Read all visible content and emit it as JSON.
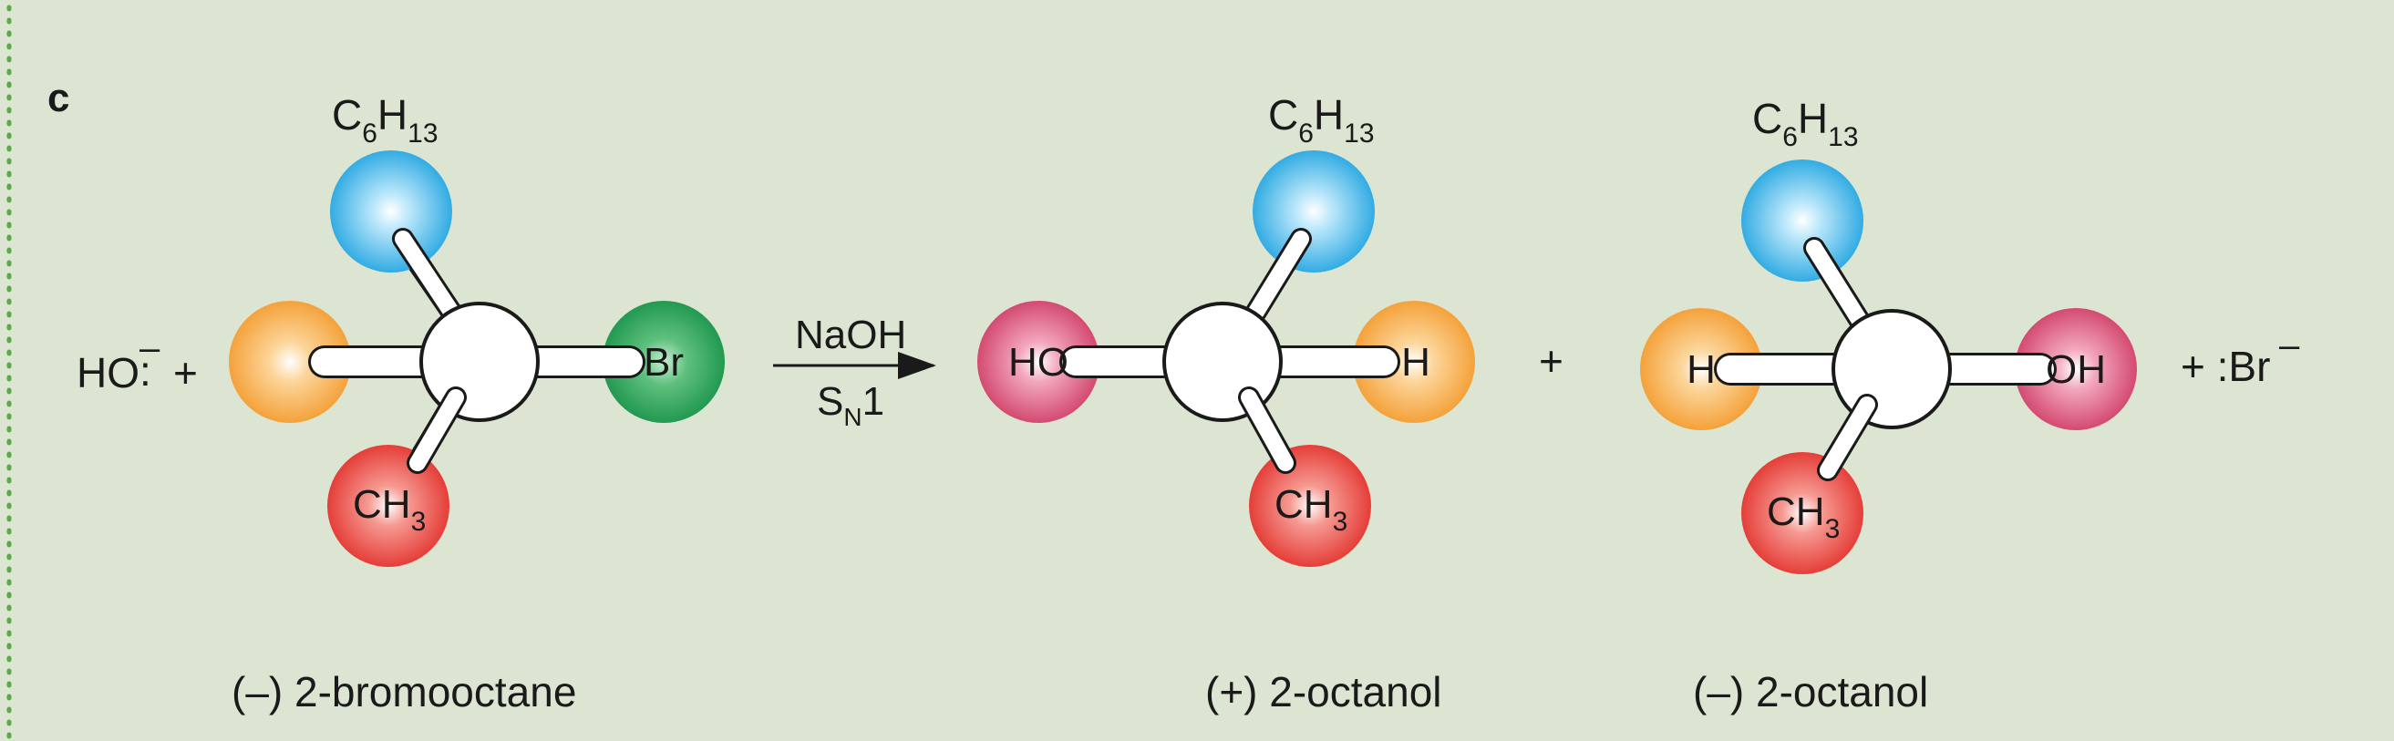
{
  "panel_label": "c",
  "reactant": {
    "nucleophile": {
      "base": "HO",
      "charge_mark": "–"
    },
    "plus": "+",
    "top": {
      "main": "C",
      "sub1": "6",
      "main2": "H",
      "sub2": "13"
    },
    "bottom": {
      "main": "CH",
      "sub": "3"
    },
    "right": "Br",
    "name": "(–) 2-bromooctane"
  },
  "arrow": {
    "above": "NaOH",
    "below": {
      "main": "S",
      "sub": "N",
      "tail": "1"
    }
  },
  "product1": {
    "top": {
      "main": "C",
      "sub1": "6",
      "main2": "H",
      "sub2": "13"
    },
    "left": "HO",
    "right": "H",
    "bottom": {
      "main": "CH",
      "sub": "3"
    },
    "name": "(+) 2-octanol"
  },
  "between_products": "+",
  "product2": {
    "top": {
      "main": "C",
      "sub1": "6",
      "main2": "H",
      "sub2": "13"
    },
    "left": "H",
    "right": "OH",
    "bottom": {
      "main": "CH",
      "sub": "3"
    },
    "name": "(–) 2-octanol"
  },
  "byproduct": {
    "text": "+ :Br",
    "charge_mark": "–"
  },
  "colors": {
    "background": "#dce5d1",
    "border_dots": "#5aa848",
    "c6h13_ball": "#1ea3e0",
    "h_ball": "#f39a2c",
    "ch3_ball": "#e3302b",
    "br_ball": "#18924a",
    "oh_ball": "#cf3c66",
    "carbon_ball": "#ffffff"
  }
}
